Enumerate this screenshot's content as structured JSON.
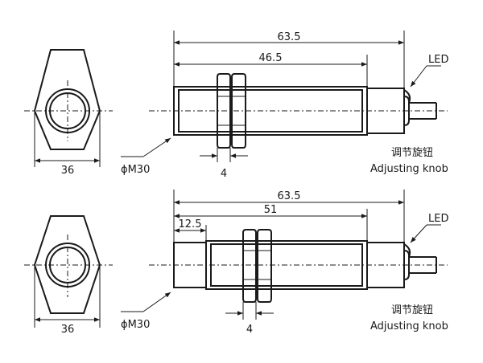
{
  "views": [
    {
      "hex_width": "36",
      "thread": "ϕM30",
      "nut_width": "4",
      "length_total": "63.5",
      "length_thread": "46.5",
      "length_offset": "",
      "led": "LED",
      "knob_zh": "调节旋钮",
      "knob_en": "Adjusting knob"
    },
    {
      "hex_width": "36",
      "thread": "ϕM30",
      "nut_width": "4",
      "length_total": "63.5",
      "length_thread": "51",
      "length_offset": "12.5",
      "led": "LED",
      "knob_zh": "调节旋钮",
      "knob_en": "Adjusting knob"
    }
  ]
}
